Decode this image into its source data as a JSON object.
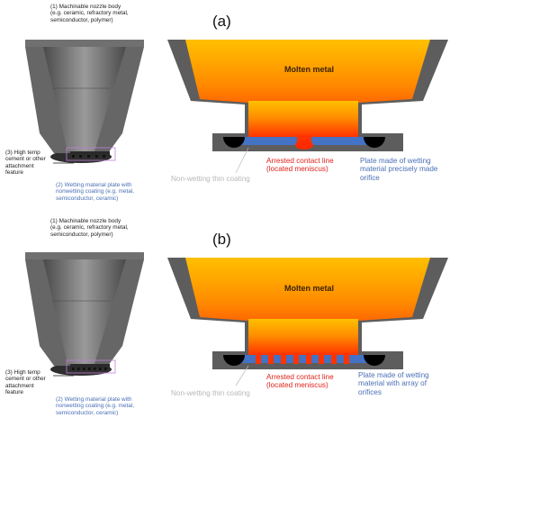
{
  "panels": {
    "a": {
      "label": "(a)",
      "molten": "Molten metal",
      "nozzle_label": [
        "(1)  Machinable nozzle body",
        "(e.g. ceramic, refractory metal,",
        "semiconductor, polymer)"
      ],
      "cement_label": [
        "(3) High temp",
        "cement or other",
        "attachment",
        "feature"
      ],
      "plate_label": [
        "(2) Wetting material plate with",
        "nonwetting coating (e.g. metal,",
        "semiconductor, ceramic)"
      ],
      "coating_label": "Non-wetting thin coating",
      "contact_label": [
        "Arrested contact line",
        "(located meniscus)"
      ],
      "wetting_label": [
        "Plate made of wetting",
        "material precisely made",
        "orifice"
      ]
    },
    "b": {
      "label": "(b)",
      "molten": "Molten metal",
      "nozzle_label": [
        "(1)  Machinable nozzle body",
        "(e.g. ceramic, refractory metal,",
        "semiconductor, polymer)"
      ],
      "cement_label": [
        "(3) High temp",
        "cement or other",
        "attachment",
        "feature"
      ],
      "plate_label": [
        "(2) Wetting material plate with",
        "nonwetting coating (e.g. metal,",
        "semiconductor, ceramic)"
      ],
      "coating_label": "Non-wetting thin coating",
      "contact_label": [
        "Arrested contact line",
        "(located meniscus)"
      ],
      "wetting_label": [
        "Plate made of wetting",
        "material with array of",
        "orifices"
      ]
    }
  },
  "colors": {
    "body": "#5d5d5d",
    "dark": "#3a3a3a",
    "plate": "#4472c4",
    "coating_blue": "#4a6fb5",
    "contact_red": "#e0221b",
    "coating_grey": "#b8b8b8",
    "outline_violet": "#c07fd8",
    "molten_top": "#ffc000",
    "molten_bottom": "#ff2a00"
  }
}
